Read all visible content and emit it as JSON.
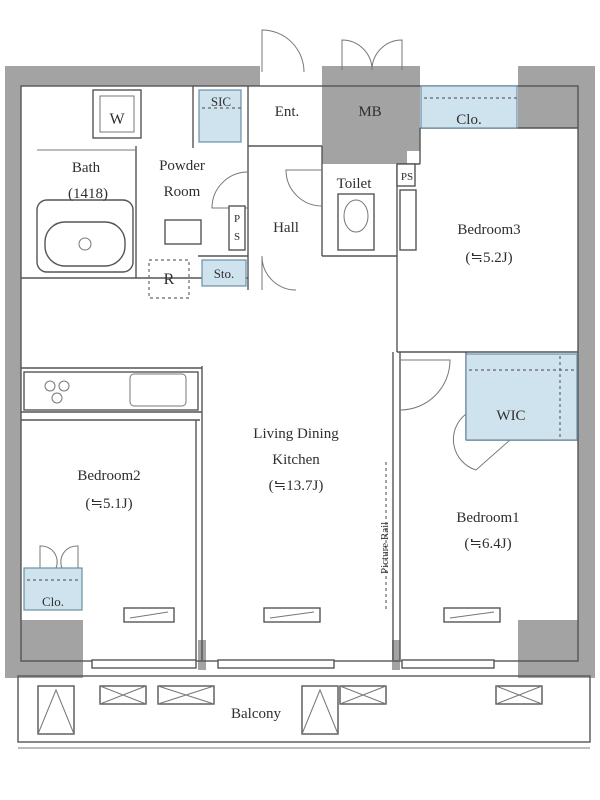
{
  "rooms": {
    "bath": {
      "name": "Bath",
      "size": "(1418)"
    },
    "powder": {
      "line1": "Powder",
      "line2": "Room"
    },
    "sic": "SIC",
    "entrance": "Ent.",
    "mb": "MB",
    "closet3": "Clo.",
    "toilet": "Toilet",
    "ps_top": "PS",
    "ps_side": "P\nS",
    "hall": "Hall",
    "bedroom3": {
      "name": "Bedroom3",
      "size": "(≒5.2J)"
    },
    "washer": "W",
    "fridge": "R",
    "storage": "Sto.",
    "ldk": {
      "line1": "Living Dining",
      "line2": "Kitchen",
      "size": "(≒13.7J)"
    },
    "wic": "WIC",
    "bedroom2": {
      "name": "Bedroom2",
      "size": "(≒5.1J)"
    },
    "closet2": "Clo.",
    "bedroom1": {
      "name": "Bedroom1",
      "size": "(≒6.4J)"
    },
    "picture_rail": "Picture Rail",
    "balcony": "Balcony"
  },
  "colors": {
    "wall": "#a3a3a3",
    "storage_fill": "#cfe3ef",
    "line": "#555555"
  }
}
